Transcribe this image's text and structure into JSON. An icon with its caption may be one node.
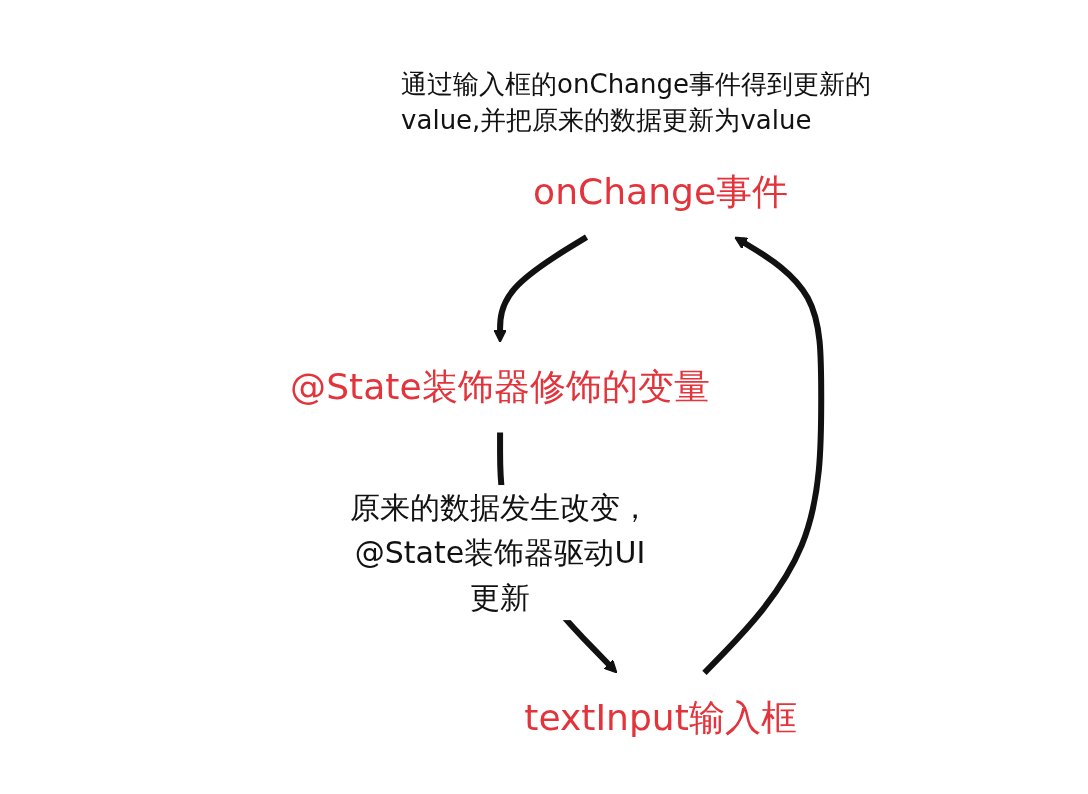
{
  "diagram": {
    "nodes": [
      {
        "text": [
          "onChange事件"
        ],
        "beside": [
          "通过输入框的onChange事件得到更新的value,并把原来的数据更新为value"
        ]
      },
      {
        "text": [
          "@State装饰器修饰的变量"
        ]
      },
      {
        "text": [
          "textInput输入框"
        ]
      }
    ],
    "edges": [
      {
        "from": 0,
        "to": 1,
        "arrow": "to"
      },
      {
        "from": 1,
        "to": 2,
        "arrow": "to",
        "label": "原来的数据发生改变，@State装饰器驱动UI更新"
      },
      {
        "from": 2,
        "to": 0,
        "arrow": "to"
      }
    ]
  }
}
